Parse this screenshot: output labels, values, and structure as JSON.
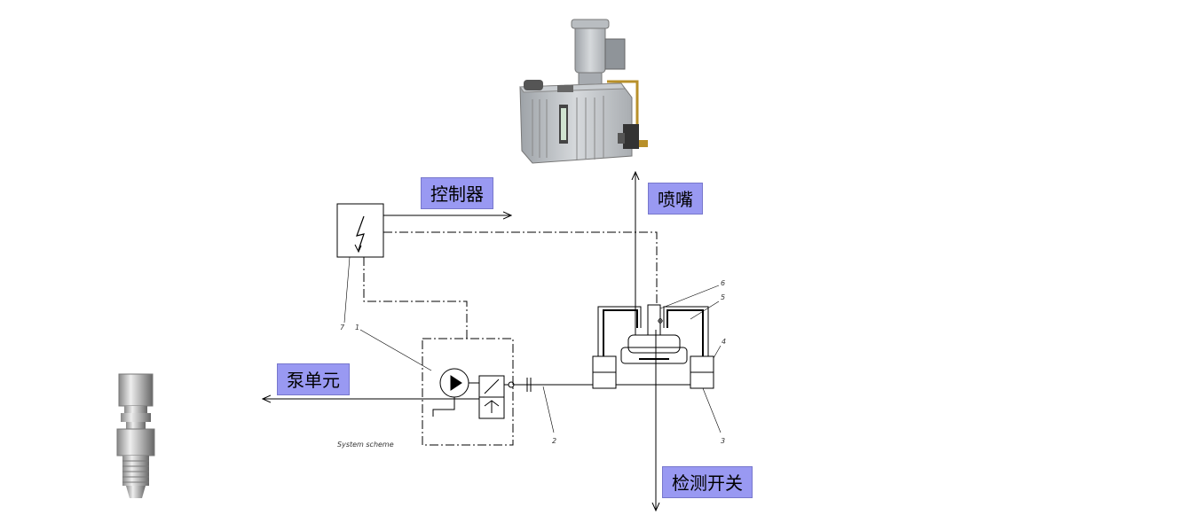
{
  "labels": {
    "controller": "控制器",
    "nozzle": "喷嘴",
    "pump_unit": "泵单元",
    "detection_switch": "检测开关"
  },
  "diagram": {
    "caption": "System scheme",
    "part_numbers": [
      "1",
      "2",
      "3",
      "4",
      "5",
      "6",
      "7"
    ]
  },
  "colors": {
    "label_fill": "#9999f2",
    "line": "#000000",
    "pump_body": "#c8ccd0",
    "fitting_metal": "#b5b8bb"
  }
}
